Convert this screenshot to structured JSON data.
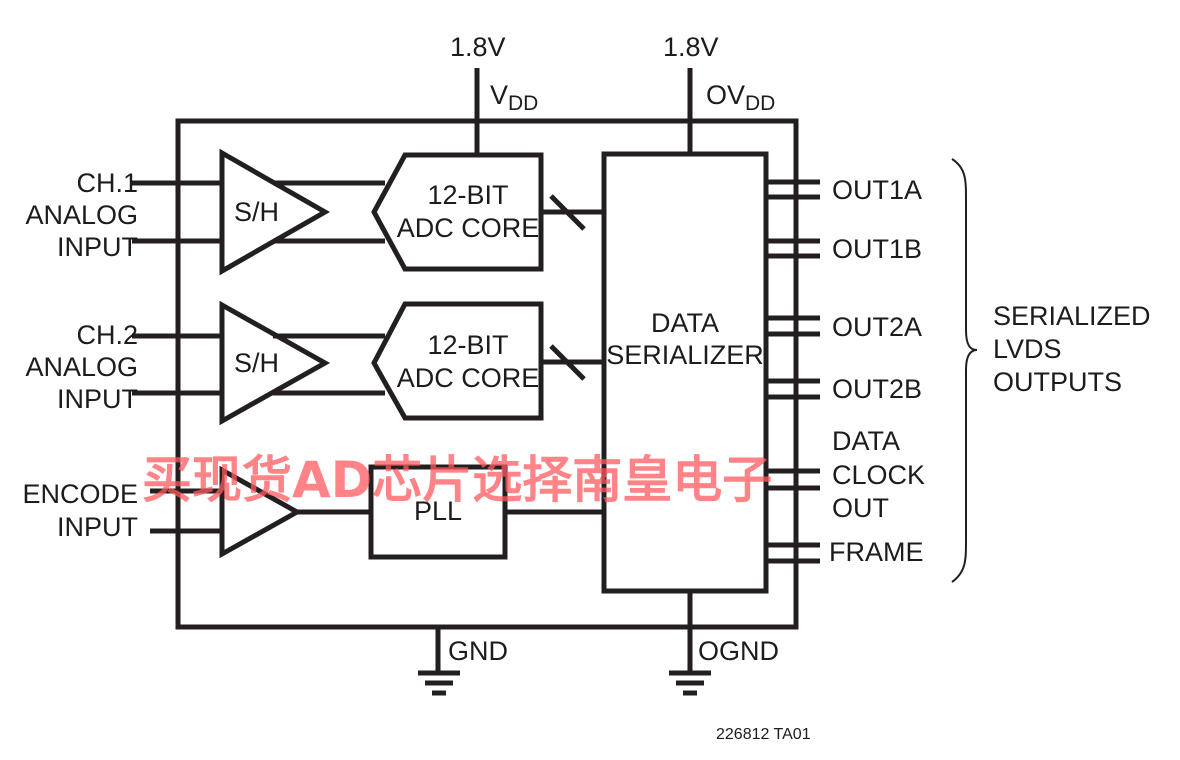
{
  "power": {
    "vdd_voltage": "1.8V",
    "vdd_label": "V",
    "vdd_sub": "DD",
    "ovdd_voltage": "1.8V",
    "ovdd_label": "OV",
    "ovdd_sub": "DD"
  },
  "inputs": {
    "ch1": [
      "CH.1",
      "ANALOG",
      "INPUT"
    ],
    "ch2": [
      "CH.2",
      "ANALOG",
      "INPUT"
    ],
    "encode": [
      "ENCODE",
      "INPUT"
    ]
  },
  "blocks": {
    "sh1": "S/H",
    "sh2": "S/H",
    "adc1": [
      "12-BIT",
      "ADC CORE"
    ],
    "adc2": [
      "12-BIT",
      "ADC CORE"
    ],
    "pll": "PLL",
    "serializer": [
      "DATA",
      "SERIALIZER"
    ]
  },
  "outputs": {
    "pins": [
      "OUT1A",
      "OUT1B",
      "OUT2A",
      "OUT2B",
      "DATA",
      "CLOCK",
      "OUT",
      "FRAME"
    ],
    "group_label": [
      "SERIALIZED",
      "LVDS",
      "OUTPUTS"
    ]
  },
  "grounds": {
    "gnd": "GND",
    "ognd": "OGND"
  },
  "figure_id": "226812 TA01",
  "watermark": "买现货AD芯片选择南皇电子",
  "colors": {
    "line": "#231f20",
    "watermark": "#ff5a5f"
  }
}
